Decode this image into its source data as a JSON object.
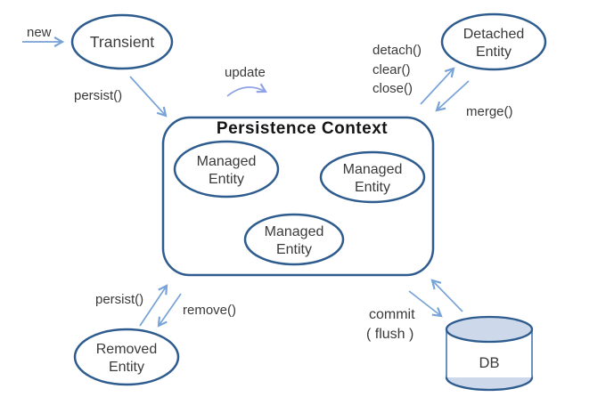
{
  "diagram": {
    "title": "Persistence Context",
    "nodes": {
      "transient": {
        "label": "Transient"
      },
      "detached": {
        "line1": "Detached",
        "line2": "Entity"
      },
      "managed_1": {
        "line1": "Managed",
        "line2": "Entity"
      },
      "managed_2": {
        "line1": "Managed",
        "line2": "Entity"
      },
      "managed_3": {
        "line1": "Managed",
        "line2": "Entity"
      },
      "removed": {
        "line1": "Removed",
        "line2": "Entity"
      },
      "db": {
        "label": "DB"
      }
    },
    "labels": {
      "new": "new",
      "persist_top": "persist()",
      "update": "update",
      "detach": "detach()",
      "clear": "clear()",
      "close": "close()",
      "merge": "merge()",
      "persist_bottom": "persist()",
      "remove": "remove()",
      "commit": "commit",
      "flush": "( flush )"
    },
    "colors": {
      "node_stroke": "#2e5c8e",
      "arrow_blue": "#78a3d6",
      "arrow_purple": "#8fa2e4",
      "label_text": "#3a3a3a",
      "title_text": "#151515",
      "db_fill": "#cdd9eb",
      "background": "#ffffff"
    }
  }
}
